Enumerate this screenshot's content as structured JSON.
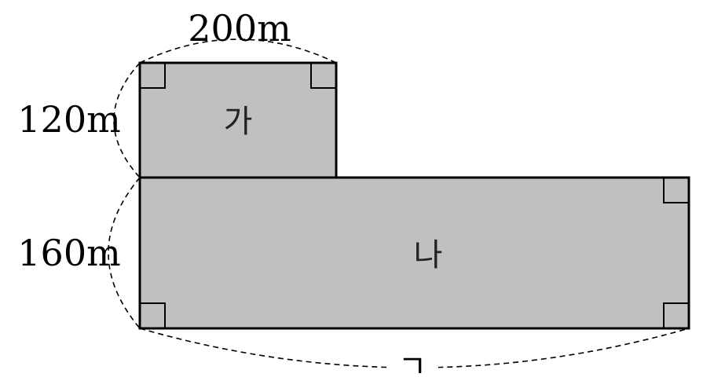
{
  "colors": {
    "region_fill": "#c0c0c0",
    "stroke": "#000000"
  },
  "labels": {
    "top_width": "200m",
    "upper_height": "120m",
    "lower_height": "160m",
    "region_upper": "가",
    "region_lower": "나",
    "unknown_length": "ㄱ"
  }
}
